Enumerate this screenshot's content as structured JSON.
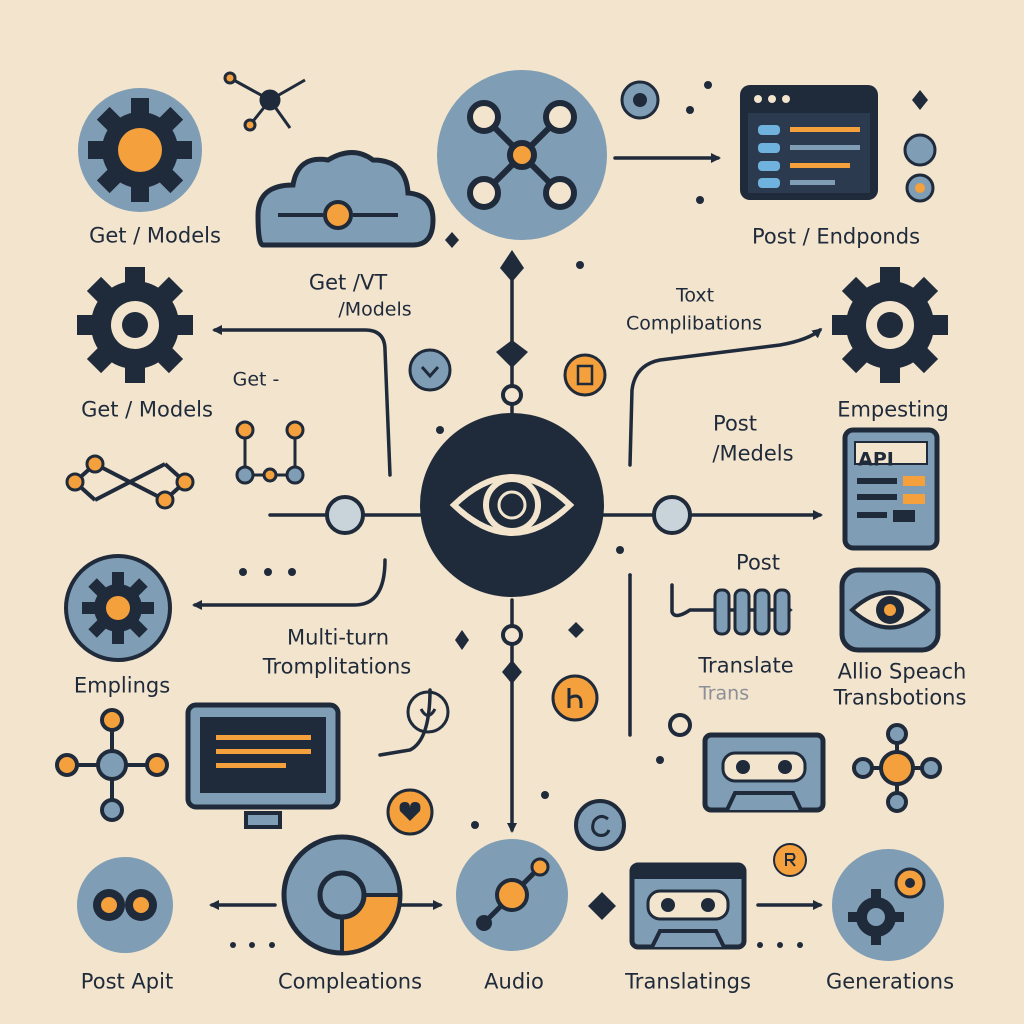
{
  "labels": {
    "top_left": "Get / Models",
    "top_right": "Post / Endponds",
    "getv1_line1": "Get /VT",
    "getv1_line2": "/Models",
    "text_line1": "Toxt",
    "text_line2": "Complibations",
    "get_dash": "Get -",
    "mid_left": "Get / Models",
    "embedding": "Empesting",
    "post_models_line1": "Post",
    "post_models_line2": "/Medels",
    "post": "Post",
    "multiturn_line1": "Multi-turn",
    "multiturn_line2": "Tromplitations",
    "emplings": "Emplings",
    "translate": "Translate",
    "trans": "Trans",
    "audio_speech_line1": "Allio Speach",
    "audio_speech_line2": "Transbotions",
    "api_badge": "API",
    "post_api": "Post Apit",
    "completions": "Compleations",
    "audio": "Audio",
    "translatings": "Translatings",
    "generations": "Generations"
  },
  "icons": [
    "gear-icon",
    "network-icon",
    "cloud-icon",
    "drone-network-icon",
    "browser-window-icon",
    "eye-icon",
    "api-document-icon",
    "monitor-icon",
    "cassette-icon",
    "audio-eye-icon",
    "molecule-icon",
    "heart-icon",
    "copyright-icon",
    "mask-icon",
    "pie-icon",
    "generations-gears-icon"
  ],
  "colors": {
    "background": "#f2e4cd",
    "navy": "#1f2a3a",
    "steel_blue": "#7f9db4",
    "orange": "#f4a03c",
    "light_blue": "#6fb2de"
  }
}
